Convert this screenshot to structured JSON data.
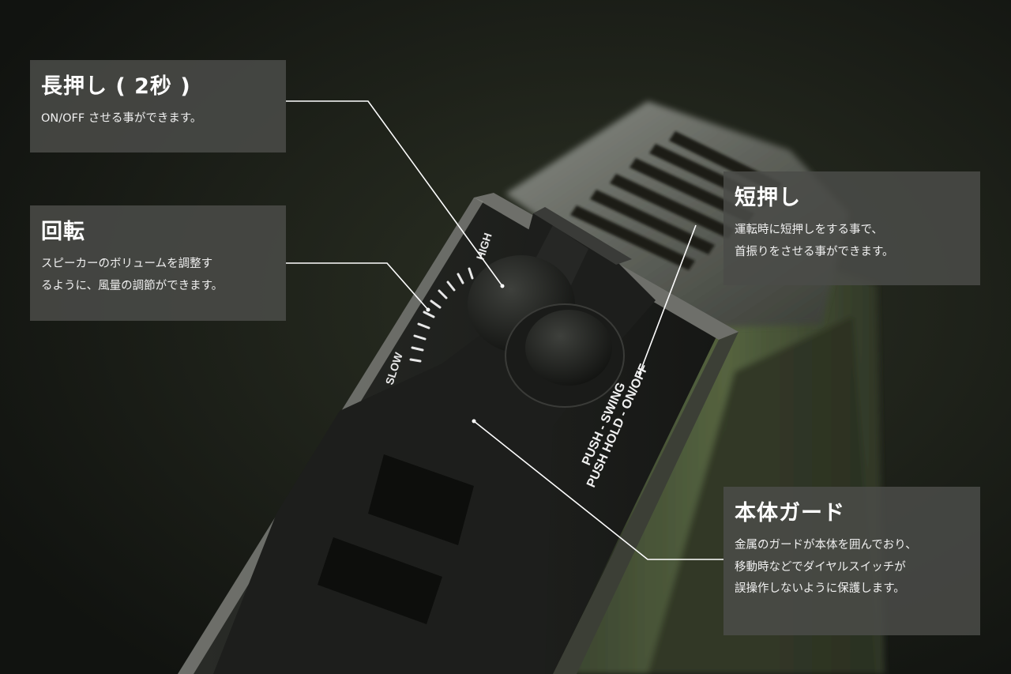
{
  "callouts": {
    "long_press": {
      "title": "長押し ( 2秒 )",
      "text": "ON/OFF させる事ができます。"
    },
    "rotate": {
      "title": "回転",
      "text": "スピーカーのボリュームを調整す\nるように、風量の調節ができます。"
    },
    "short_press": {
      "title": "短押し",
      "text": "運転時に短押しをする事で、\n首振りをさせる事ができます。"
    },
    "body_guard": {
      "title": "本体ガード",
      "text": "金属のガードが本体を囲んでおり、\n移動時などでダイヤルスイッチが\n誤操作しないように保護します。"
    }
  },
  "device_labels": {
    "slow": "SLOW",
    "high": "HIGH",
    "push_swing": "PUSH - SWING",
    "push_hold": "PUSH HOLD - ON/OFF"
  },
  "colors": {
    "background": "#171a14",
    "callout_bg": "#4a4c48",
    "leader_line": "#ffffff",
    "device_green": "#4c5a3a"
  }
}
